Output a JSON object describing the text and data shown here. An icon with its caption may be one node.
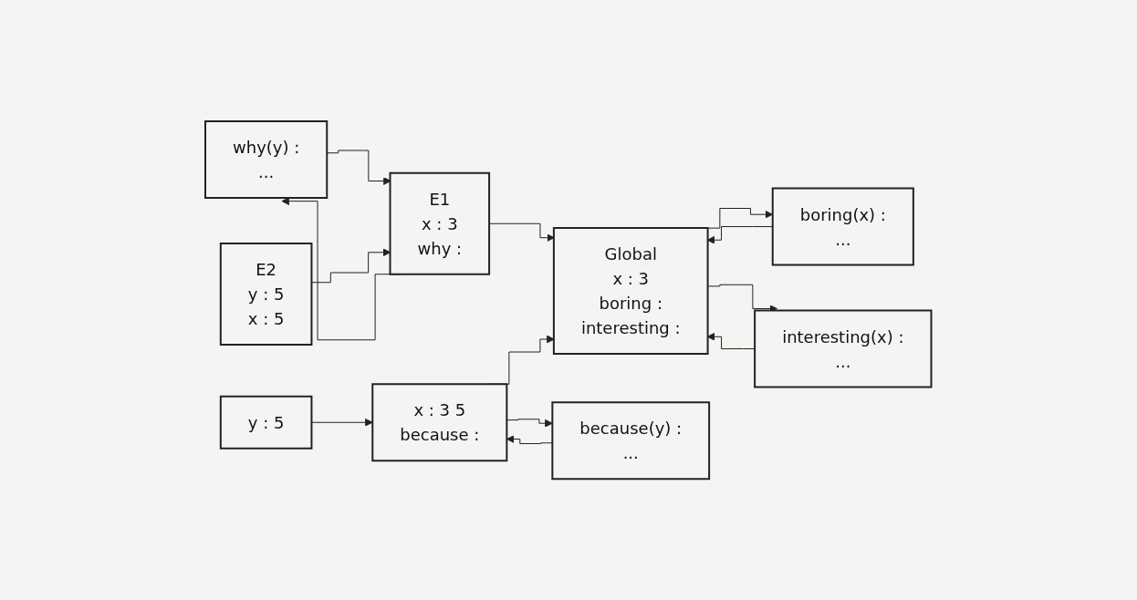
{
  "diagram": {
    "nodes": [
      {
        "text": [
          "why(y) :",
          "..."
        ]
      },
      {
        "text": [
          "E1",
          "x : 3",
          "why :"
        ]
      },
      {
        "text": [
          "E2",
          "y : 5",
          "x : 5"
        ]
      },
      {
        "text": [
          "Global",
          "x : 3",
          "boring :",
          "interesting :"
        ]
      },
      {
        "text": [
          "boring(x) :",
          "..."
        ]
      },
      {
        "text": [
          "interesting(x) :",
          "..."
        ]
      },
      {
        "text": [
          "x : 3 5",
          "because :"
        ]
      },
      {
        "text": [
          "because(y) :",
          "..."
        ]
      },
      {
        "text": [
          "y : 5"
        ]
      }
    ],
    "edges": [
      {
        "from": 0,
        "to": 1,
        "arrow": "to"
      },
      {
        "from": 1,
        "to": 0,
        "arrow": "to"
      },
      {
        "from": 1,
        "to": 3,
        "arrow": "to"
      },
      {
        "from": 2,
        "to": 1,
        "arrow": "to"
      },
      {
        "from": 3,
        "to": 4,
        "arrow": "to"
      },
      {
        "from": 4,
        "to": 3,
        "arrow": "to"
      },
      {
        "from": 3,
        "to": 5,
        "arrow": "to"
      },
      {
        "from": 5,
        "to": 3,
        "arrow": "to"
      },
      {
        "from": 6,
        "to": 3,
        "arrow": "to"
      },
      {
        "from": 6,
        "to": 7,
        "arrow": "to"
      },
      {
        "from": 7,
        "to": 6,
        "arrow": "to"
      },
      {
        "from": 8,
        "to": 6,
        "arrow": "to"
      }
    ]
  }
}
